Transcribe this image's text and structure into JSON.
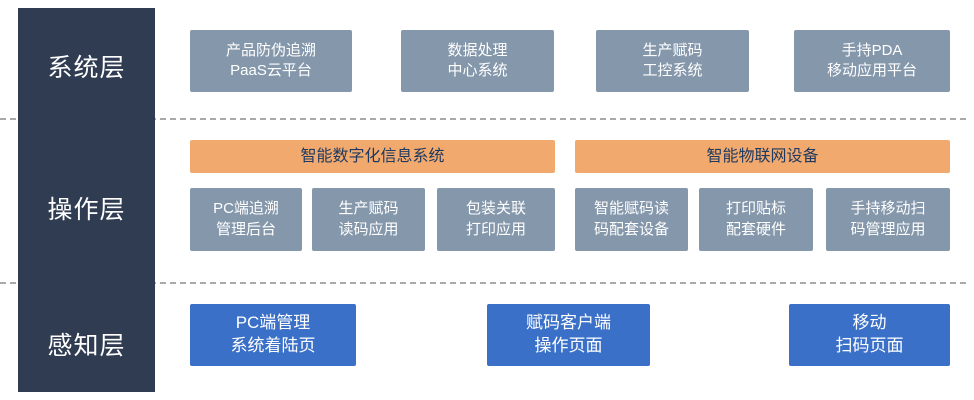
{
  "colors": {
    "sidebar": "#2f3c51",
    "gray_box": "#8497ab",
    "orange_bar": "#f2a96e",
    "orange_text": "#1f3a60",
    "blue_box": "#3a70c8",
    "dashed_line": "#a9a9a9"
  },
  "layers": {
    "system": {
      "label": "系统层",
      "boxes": [
        {
          "label": "产品防伪追溯\nPaaS云平台"
        },
        {
          "label": "数据处理\n中心系统"
        },
        {
          "label": "生产赋码\n工控系统"
        },
        {
          "label": "手持PDA\n移动应用平台"
        }
      ]
    },
    "operation": {
      "label": "操作层",
      "groups": [
        {
          "header": "智能数字化信息系统",
          "boxes": [
            {
              "label": "PC端追溯\n管理后台"
            },
            {
              "label": "生产赋码\n读码应用"
            },
            {
              "label": "包装关联\n打印应用"
            }
          ]
        },
        {
          "header": "智能物联网设备",
          "boxes": [
            {
              "label": "智能赋码读\n码配套设备"
            },
            {
              "label": "打印贴标\n配套硬件"
            },
            {
              "label": "手持移动扫\n码管理应用"
            }
          ]
        }
      ]
    },
    "perception": {
      "label": "感知层",
      "boxes": [
        {
          "label": "PC端管理\n系统着陆页"
        },
        {
          "label": "赋码客户端\n操作页面"
        },
        {
          "label": "移动\n扫码页面"
        }
      ]
    }
  }
}
